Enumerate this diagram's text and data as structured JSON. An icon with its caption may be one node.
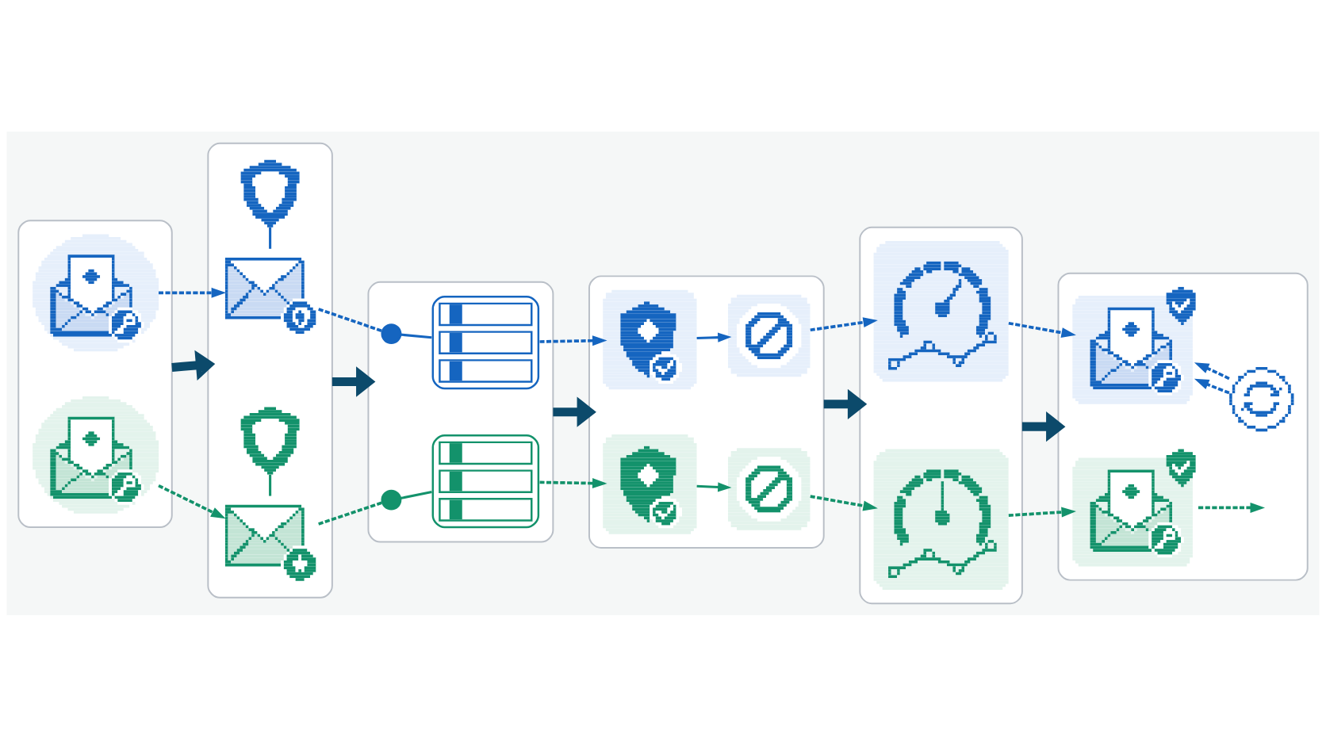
{
  "diagram": {
    "nodes": [
      {
        "text": [],
        "shape": "box"
      },
      {
        "text": [],
        "shape": "picture",
        "in": 0
      },
      {
        "text": [],
        "shape": "picture",
        "in": 0
      },
      {
        "text": [],
        "shape": "box"
      },
      {
        "text": [],
        "shape": "picture",
        "in": 3
      },
      {
        "text": [],
        "shape": "picture",
        "in": 3
      },
      {
        "text": [],
        "shape": "picture",
        "in": 3
      },
      {
        "text": [],
        "shape": "picture",
        "in": 3
      },
      {
        "text": [],
        "shape": "box"
      },
      {
        "text": [],
        "shape": "circle",
        "in": 8
      },
      {
        "text": [],
        "shape": "picture",
        "in": 8
      },
      {
        "text": [],
        "shape": "circle",
        "in": 8
      },
      {
        "text": [],
        "shape": "picture",
        "in": 8
      },
      {
        "text": [],
        "shape": "box"
      },
      {
        "text": [],
        "shape": "picture",
        "in": 13
      },
      {
        "text": [],
        "shape": "picture",
        "in": 13
      },
      {
        "text": [],
        "shape": "picture",
        "in": 13
      },
      {
        "text": [],
        "shape": "picture",
        "in": 13
      },
      {
        "text": [],
        "shape": "box"
      },
      {
        "text": [],
        "shape": "picture",
        "in": 18
      },
      {
        "text": [],
        "shape": "picture",
        "in": 18
      },
      {
        "text": [],
        "shape": "box"
      },
      {
        "text": [],
        "shape": "picture",
        "in": 21
      },
      {
        "text": [],
        "shape": "picture",
        "in": 21
      },
      {
        "text": [],
        "shape": "picture",
        "in": 21
      }
    ],
    "edges": [
      {
        "from": 1,
        "to": 5,
        "arrow": "to",
        "style": "dashed"
      },
      {
        "from": 4,
        "to": 5,
        "arrow": "none"
      },
      {
        "from": 5,
        "to": 9,
        "arrow": "none",
        "style": "dashed"
      },
      {
        "from": 9,
        "to": 10,
        "arrow": "none"
      },
      {
        "from": 10,
        "to": 14,
        "arrow": "to",
        "style": "dashed"
      },
      {
        "from": 14,
        "to": 15,
        "arrow": "to"
      },
      {
        "from": 15,
        "to": 19,
        "arrow": "to",
        "style": "dashed"
      },
      {
        "from": 19,
        "to": 22,
        "arrow": "to",
        "style": "dashed"
      },
      {
        "from": 23,
        "to": 22,
        "arrow": "to",
        "style": "dashed"
      },
      {
        "from": 23,
        "to": 22,
        "arrow": "to",
        "style": "dashed"
      },
      {
        "from": 2,
        "to": 7,
        "arrow": "to",
        "style": "dashed",
        "color": "#13926b"
      },
      {
        "from": 6,
        "to": 7,
        "arrow": "none",
        "color": "#13926b"
      },
      {
        "from": 7,
        "to": 11,
        "arrow": "none",
        "style": "dashed",
        "color": "#13926b"
      },
      {
        "from": 11,
        "to": 12,
        "arrow": "none",
        "color": "#13926b"
      },
      {
        "from": 12,
        "to": 16,
        "arrow": "to",
        "style": "dashed",
        "color": "#13926b"
      },
      {
        "from": 16,
        "to": 17,
        "arrow": "to",
        "color": "#13926b"
      },
      {
        "from": 17,
        "to": 20,
        "arrow": "to",
        "style": "dashed",
        "color": "#13926b"
      },
      {
        "from": 20,
        "to": 24,
        "arrow": "to",
        "style": "dashed",
        "color": "#13926b"
      },
      {
        "from": 24,
        "to": null,
        "arrow": "to",
        "style": "dashed",
        "color": "#13926b"
      },
      {
        "from": 0,
        "to": 3,
        "arrow": "to",
        "style": "thick",
        "color": "#0c4a6b"
      },
      {
        "from": 3,
        "to": 8,
        "arrow": "to",
        "style": "thick",
        "color": "#0c4a6b"
      },
      {
        "from": 8,
        "to": 13,
        "arrow": "to",
        "style": "thick",
        "color": "#0c4a6b"
      },
      {
        "from": 13,
        "to": 18,
        "arrow": "to",
        "style": "thick",
        "color": "#0c4a6b"
      },
      {
        "from": 18,
        "to": 21,
        "arrow": "to",
        "style": "thick",
        "color": "#0c4a6b"
      }
    ]
  }
}
